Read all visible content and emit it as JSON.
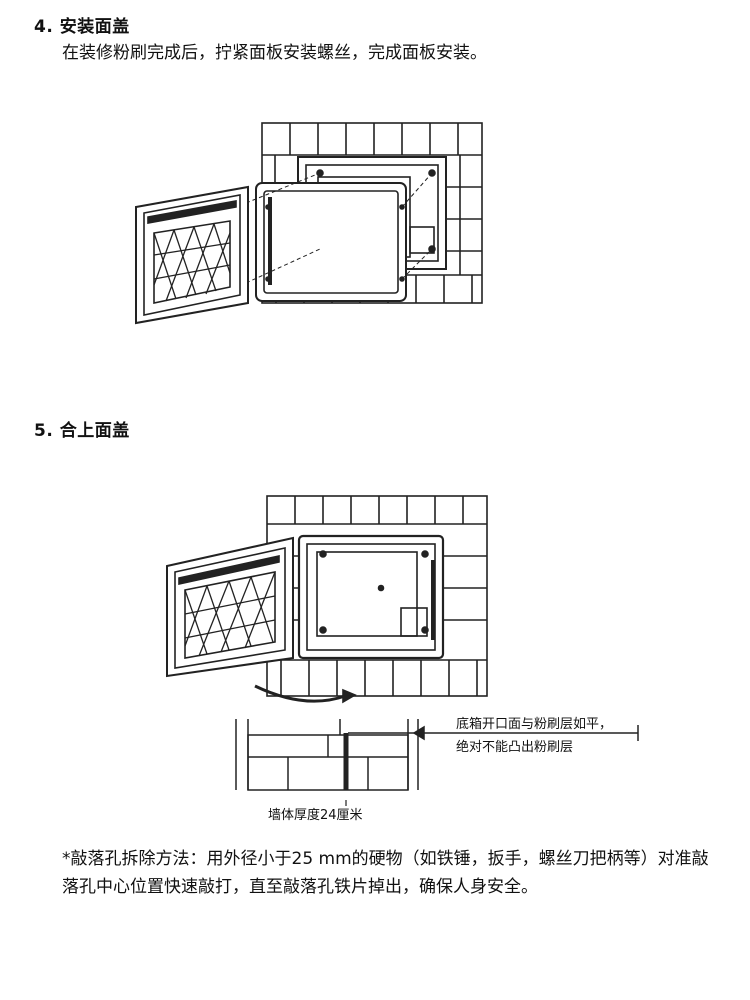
{
  "step4": {
    "title": "4. 安装面盖",
    "description": "在装修粉刷完成后，拧紧面板安装螺丝，完成面板安装。"
  },
  "step5": {
    "title": "5. 合上面盖"
  },
  "detail": {
    "callout_line1": "底箱开口面与粉刷层如平，",
    "callout_line2": "绝对不能凸出粉刷层",
    "wall_thickness": "墙体厚度24厘米"
  },
  "note": {
    "text": "*敲落孔拆除方法：用外径小于25 mm的硬物（如铁锤，扳手，螺丝刀把柄等）对准敲落孔中心位置快速敲打，直至敲落孔铁片掉出，确保人身安全。"
  }
}
